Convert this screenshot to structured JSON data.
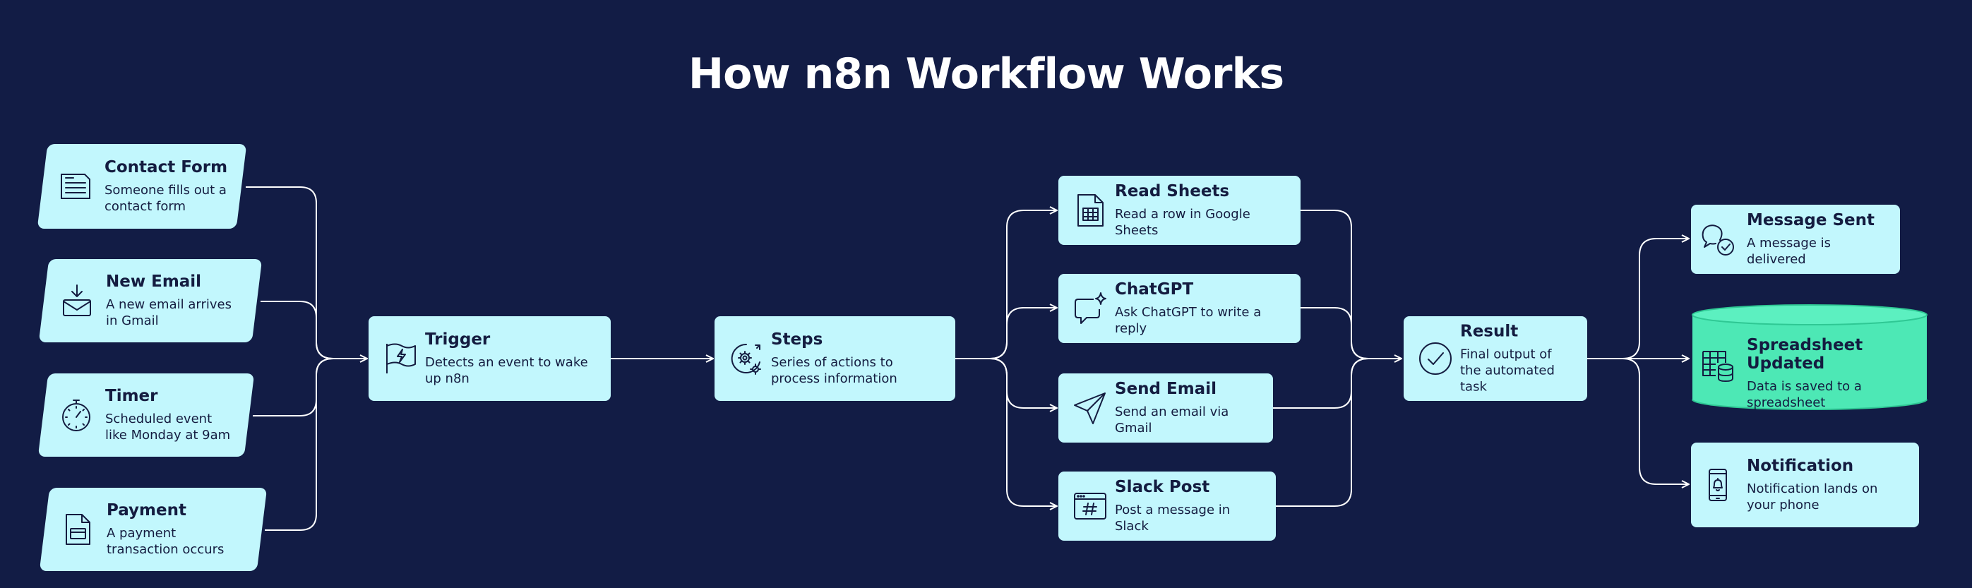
{
  "title": "How n8n Workflow Works",
  "colors": {
    "background": "#121c45",
    "node": "#c2f7fd",
    "node_text": "#141c40",
    "highlight": "#4de8b5",
    "wire": "#ffffff"
  },
  "sources": [
    {
      "title": "Contact Form",
      "desc": "Someone fills out a contact form",
      "icon": "form-icon"
    },
    {
      "title": "New Email",
      "desc": "A new email arrives in Gmail",
      "icon": "email-download-icon"
    },
    {
      "title": "Timer",
      "desc": "Scheduled event like Monday at 9am",
      "icon": "timer-icon"
    },
    {
      "title": "Payment",
      "desc": "A payment transaction occurs",
      "icon": "document-icon"
    }
  ],
  "trigger": {
    "title": "Trigger",
    "desc": "Detects an event to wake up n8n",
    "icon": "flag-bolt-icon"
  },
  "steps": {
    "title": "Steps",
    "desc": "Series of actions to process information",
    "icon": "gears-icon"
  },
  "actions": [
    {
      "title": "Read Sheets",
      "desc": "Read a row in Google Sheets",
      "icon": "sheet-icon"
    },
    {
      "title": "ChatGPT",
      "desc": "Ask ChatGPT to write a reply",
      "icon": "chat-sparkle-icon"
    },
    {
      "title": "Send Email",
      "desc": "Send an email via Gmail",
      "icon": "paper-plane-icon"
    },
    {
      "title": "Slack Post",
      "desc": "Post a message in Slack",
      "icon": "hashtag-window-icon"
    }
  ],
  "result": {
    "title": "Result",
    "desc": "Final output of the automated task",
    "icon": "check-circle-icon"
  },
  "outputs": [
    {
      "title": "Message Sent",
      "desc": "A message is delivered",
      "icon": "chat-check-icon"
    },
    {
      "title": "Spreadsheet Updated",
      "desc": "Data is saved to a spreadsheet",
      "icon": "table-database-icon"
    },
    {
      "title": "Notification",
      "desc": "Notification lands on your phone",
      "icon": "phone-bell-icon"
    }
  ]
}
